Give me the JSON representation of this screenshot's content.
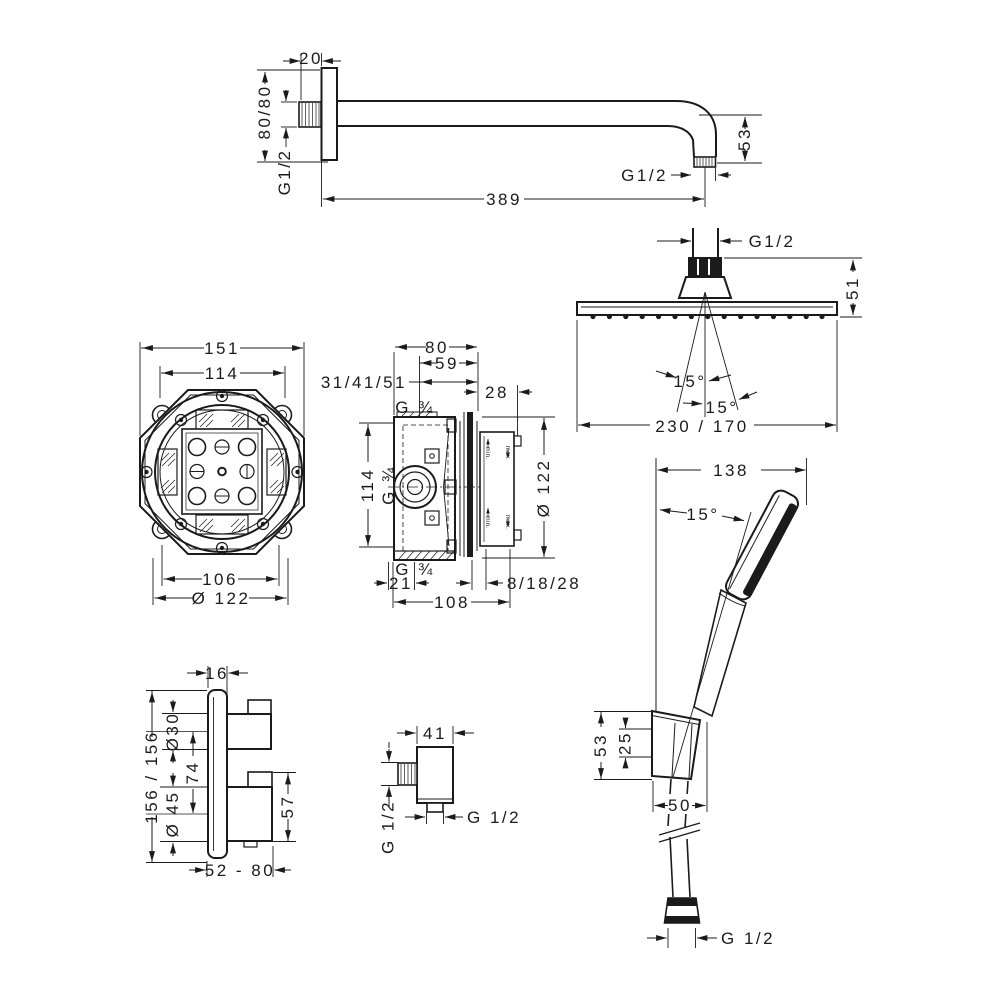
{
  "views": {
    "shower_arm": {
      "plate_thickness": "20",
      "wall_offsets": "80/80",
      "wall_thread": "G1/2",
      "arm_length": "389",
      "outlet_drop": "53",
      "outlet_thread": "G1/2"
    },
    "overhead_shower": {
      "connect_thread": "G1/2",
      "head_height": "51",
      "spray_angle_left": "15°",
      "spray_angle_right": "15°",
      "head_width": "230 / 170"
    },
    "ibox_front": {
      "flange_width": "151",
      "body_width": "114",
      "inner_width": "106",
      "diameter": "Ø 122"
    },
    "ibox_side": {
      "depth_total": "80",
      "depth_front": "59",
      "install_depth_range": "31/41/51",
      "front_offset": "28",
      "thread_top": "G ¾",
      "height": "114",
      "thread_mid": "G ¾",
      "diameter": "Ø 122",
      "thread_bottom": "G ¾",
      "port_offset": "21",
      "tile_range": "8/18/28",
      "depth_overall": "108",
      "min1": "min.",
      "max1": "max.",
      "min2": "min.",
      "max2": "max."
    },
    "thermostat": {
      "plate_thickness": "16",
      "plate_height": "156 / 156",
      "handle_top_dia": "Ø30",
      "handle_spacing": "74",
      "handle_bottom_dia": "Ø 45",
      "handle_depth": "57",
      "install_range": "52 - 80"
    },
    "wall_outlet": {
      "width": "41",
      "thread_side": "G 1/2",
      "thread_bottom": "G 1/2"
    },
    "hand_shower": {
      "reach": "138",
      "angle": "15°",
      "holder_height": "53",
      "holder_offset": "25",
      "holder_width": "50",
      "hose_thread": "G 1/2"
    }
  }
}
